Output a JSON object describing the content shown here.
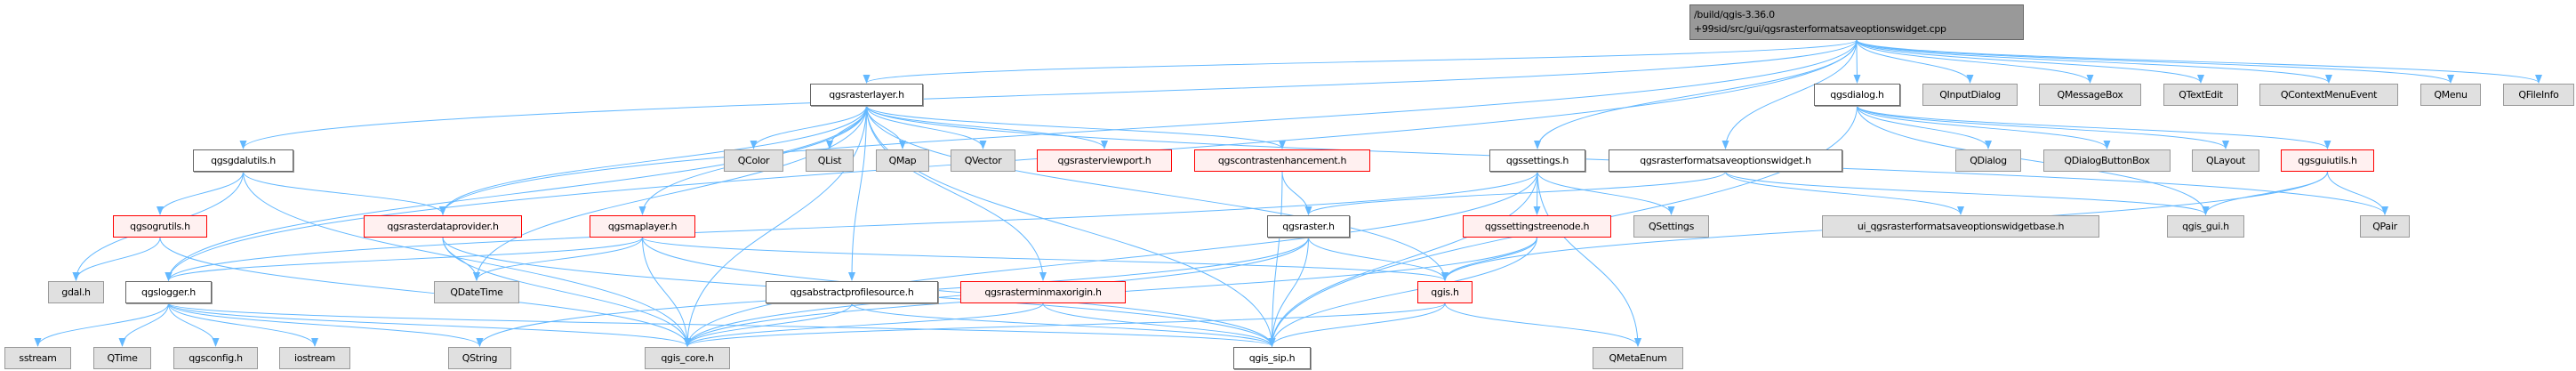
{
  "root": {
    "line1": "/build/qgis-3.36.0",
    "line2": "+99sid/src/gui/qgsrasterformatsaveoptionswidget.cpp"
  },
  "nodes": {
    "qgsrasterlayer": "qgsrasterlayer.h",
    "qgsdialog": "qgsdialog.h",
    "QInputDialog": "QInputDialog",
    "QMessageBox": "QMessageBox",
    "QTextEdit": "QTextEdit",
    "QContextMenuEvent": "QContextMenuEvent",
    "QMenu": "QMenu",
    "QFileInfo": "QFileInfo",
    "qgsgdalutils": "qgsgdalutils.h",
    "QColor": "QColor",
    "QList": "QList",
    "QMap": "QMap",
    "QVector": "QVector",
    "qgsrasterviewport": "qgsrasterviewport.h",
    "qgscontrastenhancement": "qgscontrastenhancement.h",
    "qgssettings": "qgssettings.h",
    "qgsrasterformatsaveoptionswidget": "qgsrasterformatsaveoptionswidget.h",
    "QDialog": "QDialog",
    "QDialogButtonBox": "QDialogButtonBox",
    "QLayout": "QLayout",
    "qgsguiutils": "qgsguiutils.h",
    "qgsogrutils": "qgsogrutils.h",
    "qgsrasterdataprovider": "qgsrasterdataprovider.h",
    "qgsmaplayer": "qgsmaplayer.h",
    "qgsraster": "qgsraster.h",
    "qgssettingstreenode": "qgssettingstreenode.h",
    "QSettings": "QSettings",
    "ui_base": "ui_qgsrasterformatsaveoptionswidgetbase.h",
    "qgis_gui": "qgis_gui.h",
    "QPair": "QPair",
    "gdal": "gdal.h",
    "qgslogger": "qgslogger.h",
    "QDateTime": "QDateTime",
    "qgsabstractprofilesource": "qgsabstractprofilesource.h",
    "qgsrasterminmaxorigin": "qgsrasterminmaxorigin.h",
    "qgis": "qgis.h",
    "sstream": "sstream",
    "QTime": "QTime",
    "qgsconfig": "qgsconfig.h",
    "iostream": "iostream",
    "QString": "QString",
    "qgis_core": "qgis_core.h",
    "qgis_sip": "qgis_sip.h",
    "QMetaEnum": "QMetaEnum"
  },
  "edges": [
    [
      "root",
      "qgsgdalutils"
    ],
    [
      "root",
      "qgslogger"
    ],
    [
      "root",
      "qgsrasterdataprovider"
    ],
    [
      "root",
      "qgsrasterlayer"
    ],
    [
      "root",
      "qgssettings"
    ],
    [
      "root",
      "qgsrasterformatsaveoptionswidget"
    ],
    [
      "root",
      "qgsdialog"
    ],
    [
      "root",
      "QInputDialog"
    ],
    [
      "root",
      "QMessageBox"
    ],
    [
      "root",
      "QTextEdit"
    ],
    [
      "root",
      "QContextMenuEvent"
    ],
    [
      "root",
      "QMenu"
    ],
    [
      "root",
      "QFileInfo"
    ],
    [
      "qgsrasterlayer",
      "QColor"
    ],
    [
      "qgsrasterlayer",
      "QList"
    ],
    [
      "qgsrasterlayer",
      "QMap"
    ],
    [
      "qgsrasterlayer",
      "QVector"
    ],
    [
      "qgsrasterlayer",
      "qgsrasterviewport"
    ],
    [
      "qgsrasterlayer",
      "qgscontrastenhancement"
    ],
    [
      "qgsrasterlayer",
      "qgsrasterdataprovider"
    ],
    [
      "qgsrasterlayer",
      "qgsmaplayer"
    ],
    [
      "qgsrasterlayer",
      "QDateTime"
    ],
    [
      "qgsrasterlayer",
      "qgsabstractprofilesource"
    ],
    [
      "qgsrasterlayer",
      "qgsrasterminmaxorigin"
    ],
    [
      "qgsrasterlayer",
      "qgis_core"
    ],
    [
      "qgsrasterlayer",
      "qgis_sip"
    ],
    [
      "qgsrasterlayer",
      "qgis"
    ],
    [
      "qgsrasterlayer",
      "qgslogger"
    ],
    [
      "qgsrasterlayer",
      "QPair"
    ],
    [
      "qgsgdalutils",
      "gdal"
    ],
    [
      "qgsgdalutils",
      "qgsogrutils"
    ],
    [
      "qgsgdalutils",
      "qgsrasterdataprovider"
    ],
    [
      "qgsgdalutils",
      "qgis_core"
    ],
    [
      "qgsogrutils",
      "gdal"
    ],
    [
      "qgsogrutils",
      "qgis_core"
    ],
    [
      "qgsrasterdataprovider",
      "QDateTime"
    ],
    [
      "qgsrasterdataprovider",
      "qgis_core"
    ],
    [
      "qgsrasterdataprovider",
      "qgis_sip"
    ],
    [
      "qgsmaplayer",
      "qgslogger"
    ],
    [
      "qgsmaplayer",
      "QDateTime"
    ],
    [
      "qgsmaplayer",
      "qgis_core"
    ],
    [
      "qgsmaplayer",
      "qgis"
    ],
    [
      "qgsmaplayer",
      "qgis_sip"
    ],
    [
      "qgslogger",
      "sstream"
    ],
    [
      "qgslogger",
      "QTime"
    ],
    [
      "qgslogger",
      "qgsconfig"
    ],
    [
      "qgslogger",
      "iostream"
    ],
    [
      "qgslogger",
      "QString"
    ],
    [
      "qgslogger",
      "qgis_core"
    ],
    [
      "qgslogger",
      "qgis_sip"
    ],
    [
      "qgsabstractprofilesource",
      "qgis_core"
    ],
    [
      "qgsabstractprofilesource",
      "qgis_sip"
    ],
    [
      "qgsrasterminmaxorigin",
      "qgis_core"
    ],
    [
      "qgsrasterminmaxorigin",
      "qgis_sip"
    ],
    [
      "qgscontrastenhancement",
      "qgsraster"
    ],
    [
      "qgscontrastenhancement",
      "qgis_sip"
    ],
    [
      "qgsraster",
      "qgis_core"
    ],
    [
      "qgsraster",
      "qgis_sip"
    ],
    [
      "qgsraster",
      "qgis"
    ],
    [
      "qgsraster",
      "QString"
    ],
    [
      "qgssettings",
      "qgis_core"
    ],
    [
      "qgssettings",
      "qgssettingstreenode"
    ],
    [
      "qgssettings",
      "QSettings"
    ],
    [
      "qgssettings",
      "qgis_sip"
    ],
    [
      "qgssettings",
      "QMetaEnum"
    ],
    [
      "qgssettings",
      "qgslogger"
    ],
    [
      "qgssettingstreenode",
      "qgis"
    ],
    [
      "qgssettingstreenode",
      "qgis_sip"
    ],
    [
      "qgssettingstreenode",
      "qgis_core"
    ],
    [
      "qgis",
      "qgis_core"
    ],
    [
      "qgis",
      "qgis_sip"
    ],
    [
      "qgis",
      "QMetaEnum"
    ],
    [
      "qgsrasterformatsaveoptionswidget",
      "qgsraster"
    ],
    [
      "qgsrasterformatsaveoptionswidget",
      "ui_base"
    ],
    [
      "qgsrasterformatsaveoptionswidget",
      "qgis_gui"
    ],
    [
      "qgsdialog",
      "QDialog"
    ],
    [
      "qgsdialog",
      "QDialogButtonBox"
    ],
    [
      "qgsdialog",
      "QLayout"
    ],
    [
      "qgsdialog",
      "qgsguiutils"
    ],
    [
      "qgsdialog",
      "qgis_gui"
    ],
    [
      "qgsdialog",
      "qgis_sip"
    ],
    [
      "qgsguiutils",
      "qgis_gui"
    ],
    [
      "qgsguiutils",
      "QPair"
    ],
    [
      "qgsguiutils",
      "qgis"
    ]
  ],
  "colors": {
    "edge": "#63b8ff",
    "red_border": "#ff0000",
    "red_fill": "#fff0f0",
    "ext_fill": "#e0e0e0",
    "root_fill": "#999999"
  }
}
